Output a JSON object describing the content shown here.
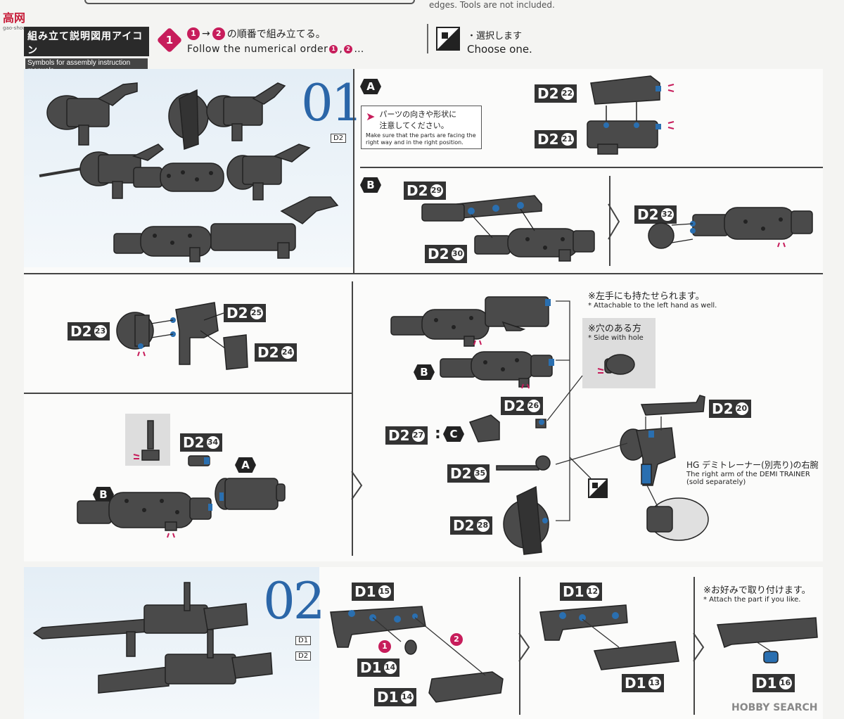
{
  "header": {
    "edge_text": "edges.   Tools are not included.",
    "symbols_jp": "組み立て説明図用アイコン",
    "symbols_en": "Symbols for assembly instruction manuals",
    "order_badge": "1",
    "order_jp": "の順番で組み立てる。",
    "order_en": "Follow the numerical order",
    "order_n1": "1",
    "order_n2": "2",
    "order_arrow": "→",
    "order_ellipsis": ",…",
    "choose_jp": "・選択します",
    "choose_en": "Choose one."
  },
  "step01": {
    "number": "01",
    "sub": "D2",
    "notice_jp_1": "パーツの向きや形状に",
    "notice_jp_2": "注意してください。",
    "notice_en": "Make sure that the parts are facing the right way and in the right position.",
    "left_hand_jp": "※左手にも持たせられます。",
    "left_hand_en": "* Attachable to the left hand as well.",
    "hole_jp": "※穴のある方",
    "hole_en": "* Side with hole",
    "demi_jp": "HG デミトレーナー(別売り)の右腕",
    "demi_en_1": "The right arm of the DEMI TRAINER",
    "demi_en_2": "(sold separately)",
    "colon": ":"
  },
  "step02": {
    "number": "02",
    "sub1": "D1",
    "sub2": "D2",
    "pref_jp": "※お好みで取り付けます。",
    "pref_en": "* Attach the part if you like.",
    "n1": "1",
    "n2": "2"
  },
  "letters": {
    "A": "A",
    "B": "B",
    "C": "C"
  },
  "parts": {
    "d2_22": {
      "p": "D2",
      "n": "22"
    },
    "d2_21": {
      "p": "D2",
      "n": "21"
    },
    "d2_29": {
      "p": "D2",
      "n": "29"
    },
    "d2_30": {
      "p": "D2",
      "n": "30"
    },
    "d2_32": {
      "p": "D2",
      "n": "32"
    },
    "d2_23": {
      "p": "D2",
      "n": "23"
    },
    "d2_25": {
      "p": "D2",
      "n": "25"
    },
    "d2_24": {
      "p": "D2",
      "n": "24"
    },
    "d2_34": {
      "p": "D2",
      "n": "34"
    },
    "d2_26": {
      "p": "D2",
      "n": "26"
    },
    "d2_20": {
      "p": "D2",
      "n": "20"
    },
    "d2_27": {
      "p": "D2",
      "n": "27"
    },
    "d2_35": {
      "p": "D2",
      "n": "35"
    },
    "d2_28": {
      "p": "D2",
      "n": "28"
    },
    "d1_15": {
      "p": "D1",
      "n": "15"
    },
    "d1_14a": {
      "p": "D1",
      "n": "14"
    },
    "d1_14b": {
      "p": "D1",
      "n": "14"
    },
    "d1_12": {
      "p": "D1",
      "n": "12"
    },
    "d1_13": {
      "p": "D1",
      "n": "13"
    },
    "d1_16": {
      "p": "D1",
      "n": "16"
    }
  },
  "watermark_left": "高网",
  "watermark_left_sub": "gao-shou.com",
  "watermark_right": "HOBBY SEARCH",
  "colors": {
    "accent": "#c71d5b",
    "step_blue": "#2b66a8",
    "dark": "#333333",
    "pin": "#2a6fb0"
  }
}
